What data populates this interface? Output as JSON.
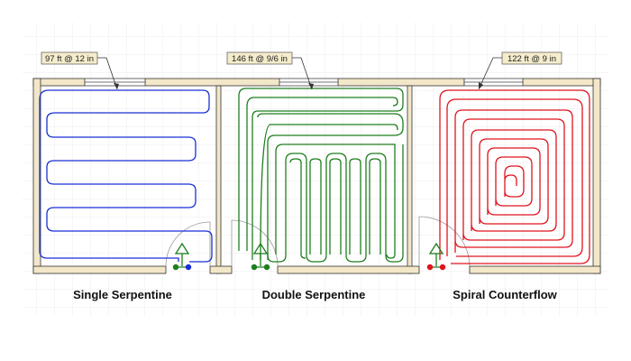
{
  "rooms": [
    {
      "callout": "97 ft @ 12 in",
      "label": "Single Serpentine",
      "color": "#1a2fd6"
    },
    {
      "callout": "146 ft @ 9/6 in",
      "label": "Double Serpentine",
      "color": "#1d7f1d"
    },
    {
      "callout": "122 ft @ 9 in",
      "label": "Spiral Counterflow",
      "color": "#e0141e"
    }
  ],
  "colors": {
    "wall_fill": "#f3e7c9",
    "wall_stroke": "#333333",
    "grid": "#ececec",
    "callout_fill": "#f4eccb"
  }
}
